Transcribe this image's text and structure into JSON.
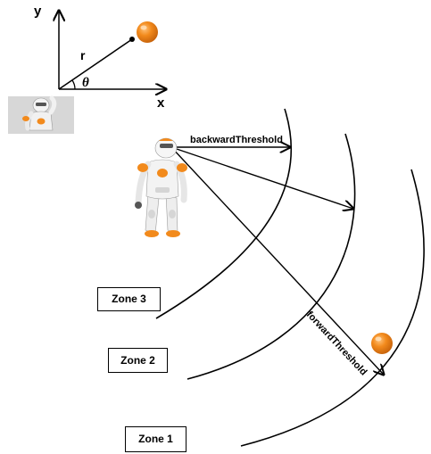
{
  "diagram": {
    "axes": {
      "x_label": "x",
      "y_label": "y",
      "radius_label": "r",
      "angle_label": "θ"
    },
    "arrows": {
      "backward_label": "backwardThreshold",
      "forward_label": "forwardThreshold"
    },
    "zones": [
      {
        "label": "Zone 3"
      },
      {
        "label": "Zone 2"
      },
      {
        "label": "Zone 1"
      }
    ],
    "colors": {
      "ball": "#f28a1c",
      "line": "#000000"
    },
    "icons": [
      "robot-thumbnail-icon",
      "robot-figure-icon",
      "ball-icon"
    ]
  }
}
